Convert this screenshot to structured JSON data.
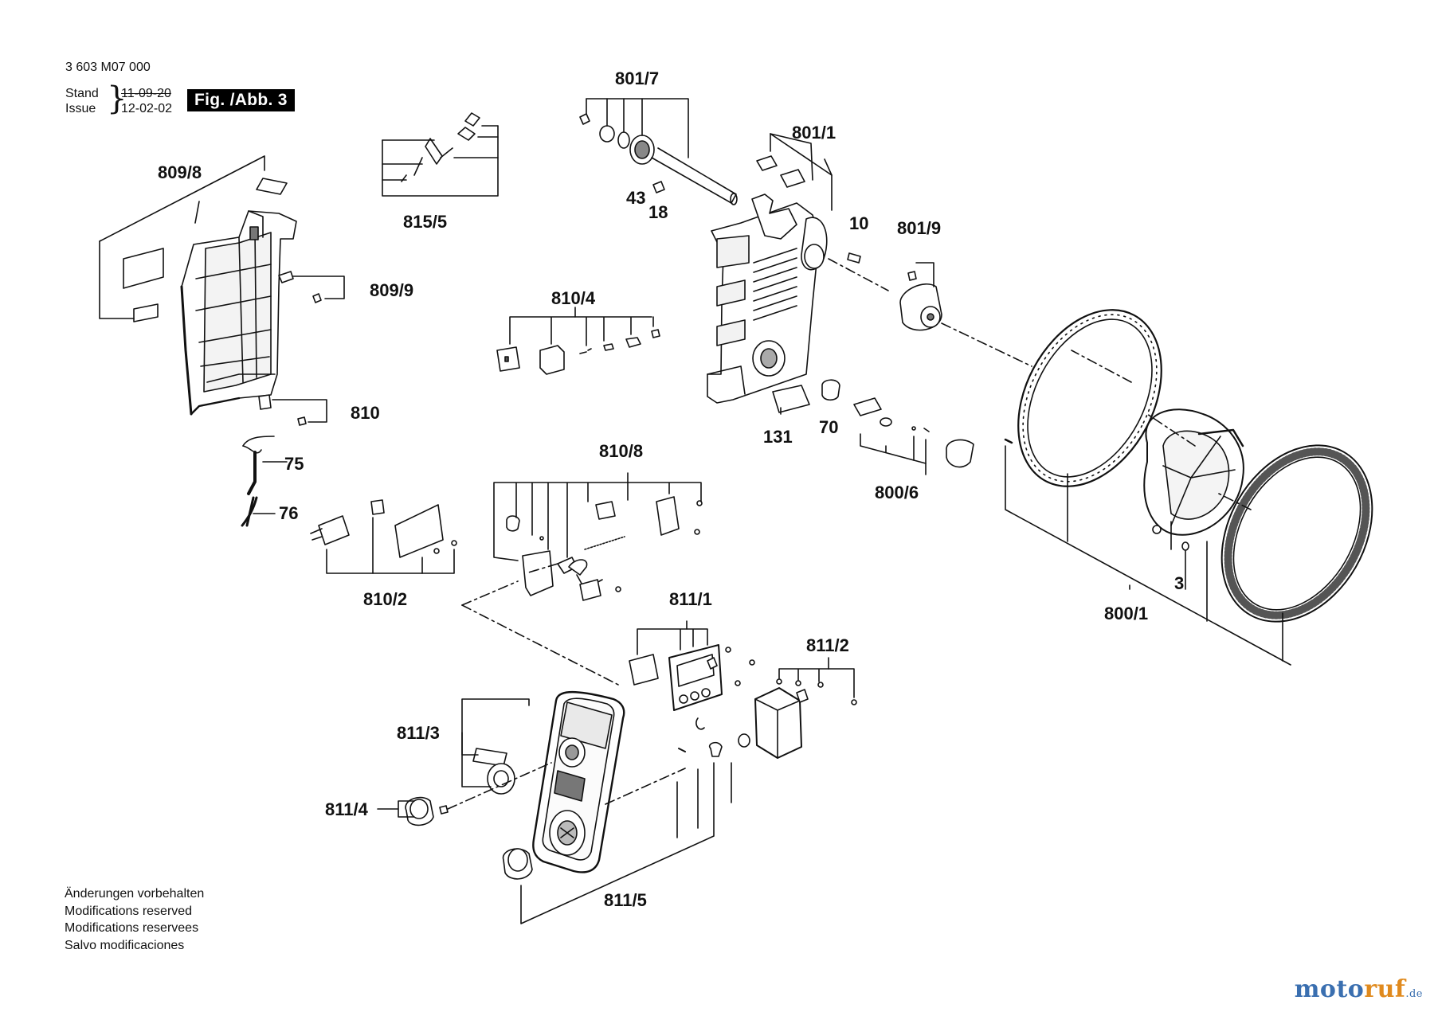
{
  "header": {
    "doc_number": "3 603 M07 000",
    "stand_label": "Stand",
    "issue_label": "Issue",
    "date_old": "11-09-20",
    "date_new": "12-02-02",
    "figure_label": "Fig. /Abb. 3"
  },
  "notice": {
    "de": "Änderungen vorbehalten",
    "en": "Modifications reserved",
    "fr": "Modifications reservees",
    "es": "Salvo modificaciones"
  },
  "watermark": {
    "part1": "moto",
    "part2": "ruf",
    "tld": ".de"
  },
  "part_labels": {
    "p801_7": "801/7",
    "p801_1": "801/1",
    "p809_8": "809/8",
    "p815_5": "815/5",
    "p43": "43",
    "p18": "18",
    "p10": "10",
    "p801_9": "801/9",
    "p809_9": "809/9",
    "p810_4": "810/4",
    "p810": "810",
    "p131": "131",
    "p70": "70",
    "p800_6": "800/6",
    "p75": "75",
    "p76": "76",
    "p810_8": "810/8",
    "p810_2": "810/2",
    "p3": "3",
    "p800_1": "800/1",
    "p811_1": "811/1",
    "p811_2": "811/2",
    "p811_3": "811/3",
    "p811_4": "811/4",
    "p811_5": "811/5"
  },
  "colors": {
    "line": "#111111",
    "part_fill": "#ffffff",
    "shade": "#8a8a8a",
    "badge_bg": "#000000",
    "brand_blue": "#3a6fb0",
    "brand_orange": "#e08a1e"
  }
}
